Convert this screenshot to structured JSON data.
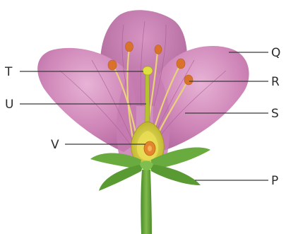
{
  "labels": {
    "q": "Q",
    "r": "R",
    "s": "S",
    "p": "P",
    "t": "T",
    "u": "U",
    "v": "V"
  },
  "colors": {
    "petal_back": "#cf86b8",
    "petal_front": "#bf6fa8",
    "petal_light": "#dda0c8",
    "vein": "#a85b93",
    "sepal": "#5f9f3a",
    "sepal_light": "#8cc457",
    "stem": "#5f9a35",
    "filament": "#e9d27a",
    "anther": "#d9732b",
    "ovary": "#d6cf3a",
    "ovule": "#e3872e",
    "stigma": "#dfe040"
  }
}
